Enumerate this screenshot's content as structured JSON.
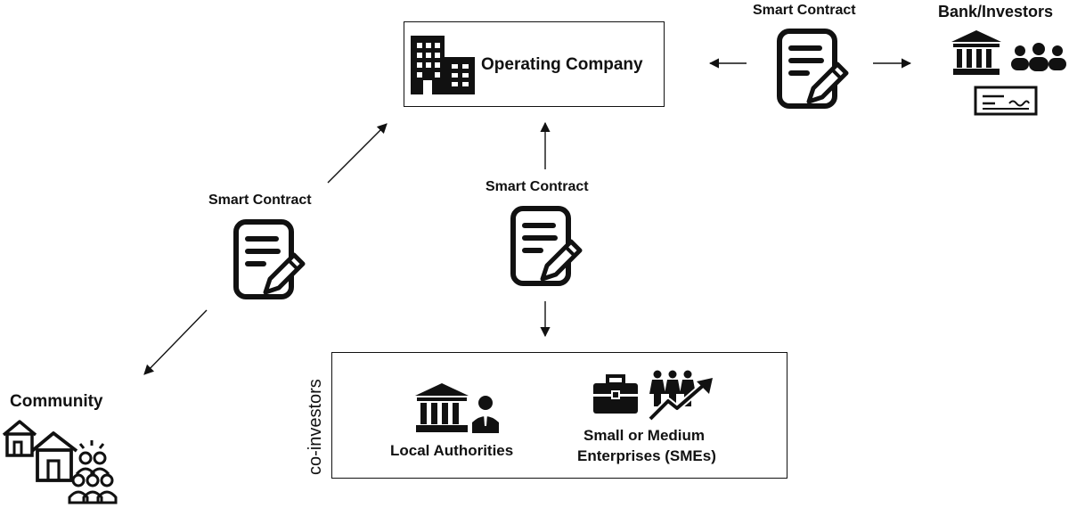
{
  "nodes": {
    "operating_company": "Operating Company",
    "bank_investors": "Bank/Investors",
    "community": "Community",
    "co_investors": "co-investors",
    "local_authorities": "Local Authorities",
    "smes_line1": "Small or Medium",
    "smes_line2": "Enterprises (SMEs)"
  },
  "contracts": {
    "top_right": "Smart Contract",
    "center": "Smart Contract",
    "left": "Smart Contract"
  },
  "icons": {
    "operating_company": "office-building-icon",
    "contract": "document-pen-icon",
    "bank": "bank-building-icon",
    "investors": "people-group-icon",
    "cheque": "cheque-icon",
    "community_houses": "houses-icon",
    "community_people": "crowd-icon",
    "local_authorities": "government-official-icon",
    "smes_briefcase": "briefcase-icon",
    "smes_growth": "growth-people-icon"
  },
  "colors": {
    "stroke": "#111111",
    "background": "#ffffff"
  }
}
